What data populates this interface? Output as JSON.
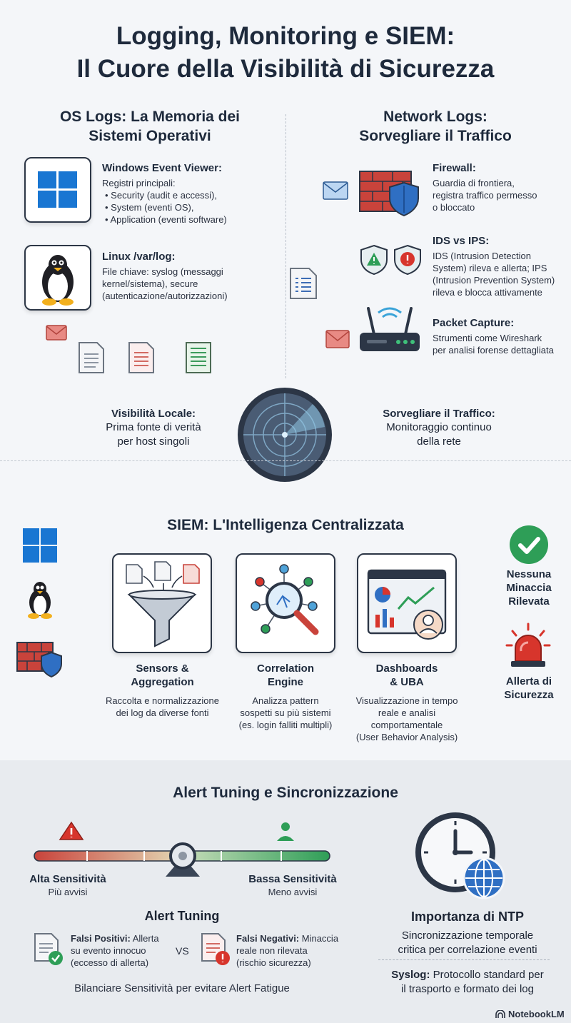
{
  "title": {
    "line1": "Logging, Monitoring e SIEM:",
    "line2": "Il Cuore della Visibilità di Sicurezza"
  },
  "os_logs": {
    "heading_line1": "OS Logs: La Memoria dei",
    "heading_line2": "Sistemi Operativi",
    "windows": {
      "title": "Windows Event Viewer:",
      "intro": "Registri principali:",
      "items": [
        "Security (audit e accessi),",
        "System (eventi OS),",
        "Application (eventi software)"
      ]
    },
    "linux": {
      "title": "Linux /var/log:",
      "line1": "File chiave: syslog (messaggi",
      "line2": "kernel/sistema), secure",
      "line3": "(autenticazione/autorizzazioni)"
    },
    "local": {
      "title": "Visibilità Locale:",
      "line1": "Prima fonte di verità",
      "line2": "per host singoli"
    }
  },
  "network_logs": {
    "heading_line1": "Network Logs:",
    "heading_line2": "Sorvegliare il Traffico",
    "firewall": {
      "title": "Firewall:",
      "line1": "Guardia di frontiera,",
      "line2": "registra traffico permesso",
      "line3": "o bloccato"
    },
    "ids_ips": {
      "title": "IDS vs IPS:",
      "line1": "IDS (Intrusion Detection",
      "line2": "System) rileva e allerta; IPS",
      "line3": "(Intrusion Prevention System)",
      "line4": "rileva e blocca attivamente"
    },
    "capture": {
      "title": "Packet Capture:",
      "line1": "Strumenti come Wireshark",
      "line2": "per analisi forense dettagliata"
    },
    "traffic": {
      "title": "Sorvegliare il Traffico:",
      "line1": "Monitoraggio continuo",
      "line2": "della rete"
    }
  },
  "siem": {
    "heading": "SIEM: L'Intelligenza Centralizzata",
    "sensors": {
      "title_line1": "Sensors &",
      "title_line2": "Aggregation",
      "line1": "Raccolta e normalizzazione",
      "line2": "dei log da diverse fonti"
    },
    "correlation": {
      "title_line1": "Correlation",
      "title_line2": "Engine",
      "line1": "Analizza pattern",
      "line2": "sospetti su più sistemi",
      "line3": "(es. login falliti multipli)"
    },
    "dashboards": {
      "title_line1": "Dashboards",
      "title_line2": "& UBA",
      "line1": "Visualizzazione in tempo",
      "line2": "reale e analisi",
      "line3": "comportamentale",
      "line4": "(User Behavior Analysis)"
    },
    "no_threat": {
      "line1": "Nessuna",
      "line2": "Minaccia",
      "line3": "Rilevata"
    },
    "alert": {
      "line1": "Allerta di",
      "line2": "Sicurezza"
    }
  },
  "tuning": {
    "heading": "Alert Tuning e Sincronizzazione",
    "high": {
      "title": "Alta Sensitività",
      "sub": "Più avvisi"
    },
    "low": {
      "title": "Bassa Sensitività",
      "sub": "Meno avvisi"
    },
    "subheading": "Alert Tuning",
    "fp": {
      "bold": "Falsi Positivi:",
      "line1": " Allerta",
      "line2": "su evento innocuo",
      "line3": "(eccesso di allerta)"
    },
    "vs": "VS",
    "fn": {
      "bold": "Falsi Negativi:",
      "line1": " Minaccia",
      "line2": "reale non rilevata",
      "line3": "(rischio sicurezza)"
    },
    "balance": "Bilanciare Sensitività per evitare Alert Fatigue",
    "ntp": {
      "title": "Importanza di NTP",
      "line1": "Sincronizzazione temporale",
      "line2": "critica per correlazione eventi"
    },
    "syslog": {
      "bold": "Syslog:",
      "line1": " Protocollo standard per",
      "line2": "il trasporto e formato dei log"
    }
  },
  "watermark": "NotebookLM",
  "colors": {
    "windows_blue": "#1976d2",
    "firewall_red": "#c9433b",
    "shield_blue": "#2f6fc3",
    "ok_green": "#2e9e57",
    "alert_red": "#d7352c",
    "dark_navy": "#2c3646"
  }
}
